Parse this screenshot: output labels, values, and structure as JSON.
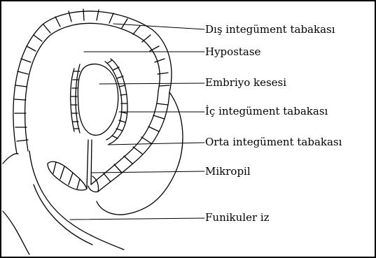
{
  "labels": {
    "dis_integument": "Dış integüment tabakası",
    "hypostase": "Hypostase",
    "embriyo_kesesi": "Embriyo kesesi",
    "ic_integument": "İç integüment tabakası",
    "orta_integument": "Orta integüment tabakası",
    "mikropil": "Mikropil",
    "funikuler_iz": "Funikuler iz"
  },
  "colors": {
    "line": "#000000",
    "background": "#ffffff"
  }
}
